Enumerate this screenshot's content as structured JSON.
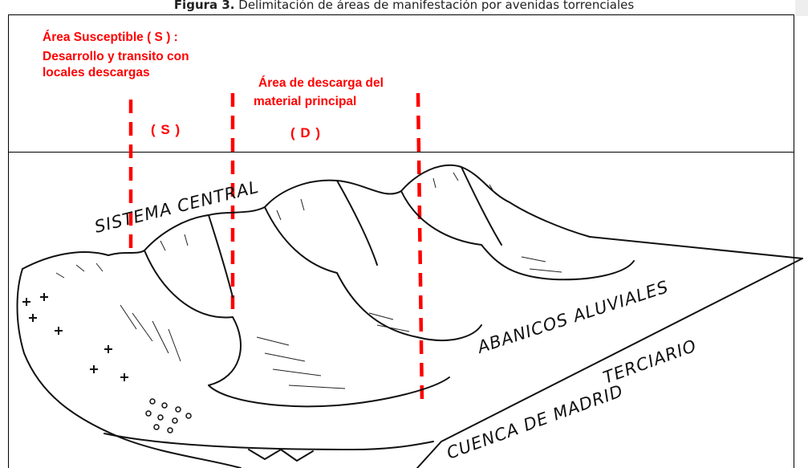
{
  "caption": {
    "figure_label": "Figura 3.",
    "text": " Delimitación de áreas de manifestación por avenidas torrenciales"
  },
  "annotations": {
    "susceptible_title": "Área  Susceptible ( S ) :",
    "susceptible_line2": "Desarrollo y transito  con",
    "susceptible_line3": "locales descargas",
    "discharge_line1": "Área de descarga del",
    "discharge_line2": "material principal",
    "zone_s": "( S )",
    "zone_d": "( D )"
  },
  "sketch_labels": {
    "sistema_central": "SISTEMA CENTRAL",
    "abanicos": "ABANICOS ALUVIALES",
    "cuenca": "CUENCA DE MADRID",
    "terciario": "TERCIARIO"
  },
  "colors": {
    "annotation_red": "#ff0000",
    "line_ink": "#111111"
  }
}
